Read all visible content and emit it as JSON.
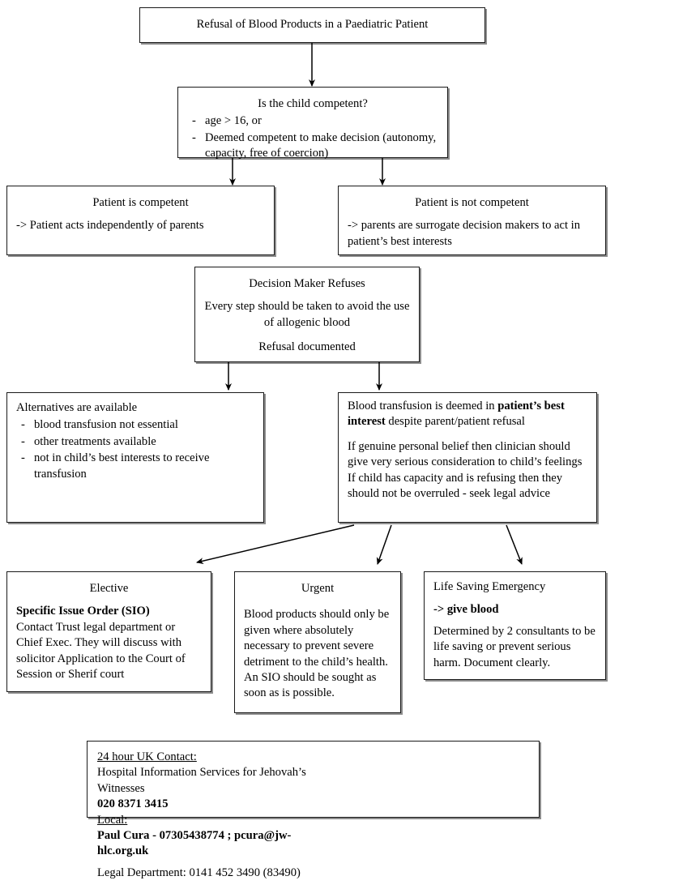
{
  "document": {
    "type": "clinical-flowchart",
    "title": "Refusal of Blood Products in a Paediatric Patient"
  },
  "nodes": {
    "title": {
      "heading": "Refusal of Blood Products in a Paediatric Patient"
    },
    "competence_question": {
      "heading": "Is the child competent?",
      "bullets": [
        "age > 16, or",
        "Deemed competent to make decision (autonomy, capacity, free of coercion)"
      ],
      "bullet_marker": "-"
    },
    "competent": {
      "heading": "Patient is competent",
      "body": "-> Patient acts independently of parents"
    },
    "not_competent": {
      "heading": "Patient is not competent",
      "body": "-> parents are surrogate decision makers to act in patient’s best interests"
    },
    "refuses": {
      "heading": "Decision Maker Refuses",
      "body1": "Every step should be taken to avoid the use of allogenic blood",
      "body2": "Refusal documented"
    },
    "alternatives": {
      "heading": "Alternatives are available",
      "bullet_marker": "-",
      "bullets": [
        "blood transfusion not essential",
        "other treatments available",
        "not in child’s best interests to receive transfusion"
      ]
    },
    "best_interest": {
      "line1_a": "Blood transfusion is deemed in ",
      "line1_bold": "patient’s best interest",
      "line1_b": " despite parent/patient refusal",
      "body_lines": [
        "If genuine personal belief then clinician should",
        "give very serious consideration to child’s feelings",
        "If child has capacity and is refusing then they",
        "should not be overruled - seek legal advice"
      ]
    },
    "elective": {
      "heading": "Elective",
      "bold_line": "Specific Issue Order (SIO)",
      "body": "Contact Trust legal department or Chief Exec. They will discuss with solicitor Application to the Court of Session or Sherif court"
    },
    "urgent": {
      "heading": "Urgent",
      "body": "Blood products should only be given where absolutely necessary to prevent severe detriment to the child’s health. An SIO should be sought as soon as is possible."
    },
    "emergency": {
      "heading": "Life Saving Emergency",
      "bold_line": "-> give blood",
      "body": "Determined by 2 consultants to be life saving or prevent serious harm. Document clearly."
    },
    "contacts": {
      "uk_label": "24 hour UK Contact:",
      "uk_org_line1": "Hospital Information Services for Jehovah’s",
      "uk_org_line2": "Witnesses",
      "uk_phone": "020 8371 3415",
      "local_label": "Local:",
      "local_contact_name": "Paul Cura",
      "local_contact_rest": " - 07305438774 ; pcura@jw-hlc.org.uk",
      "legal_department": "Legal Department: 0141 452 3490 (83490)"
    }
  },
  "style": {
    "border_color": "#1a1a1a",
    "background": "#ffffff",
    "text_color": "#000000",
    "arrow_color": "#000000"
  }
}
